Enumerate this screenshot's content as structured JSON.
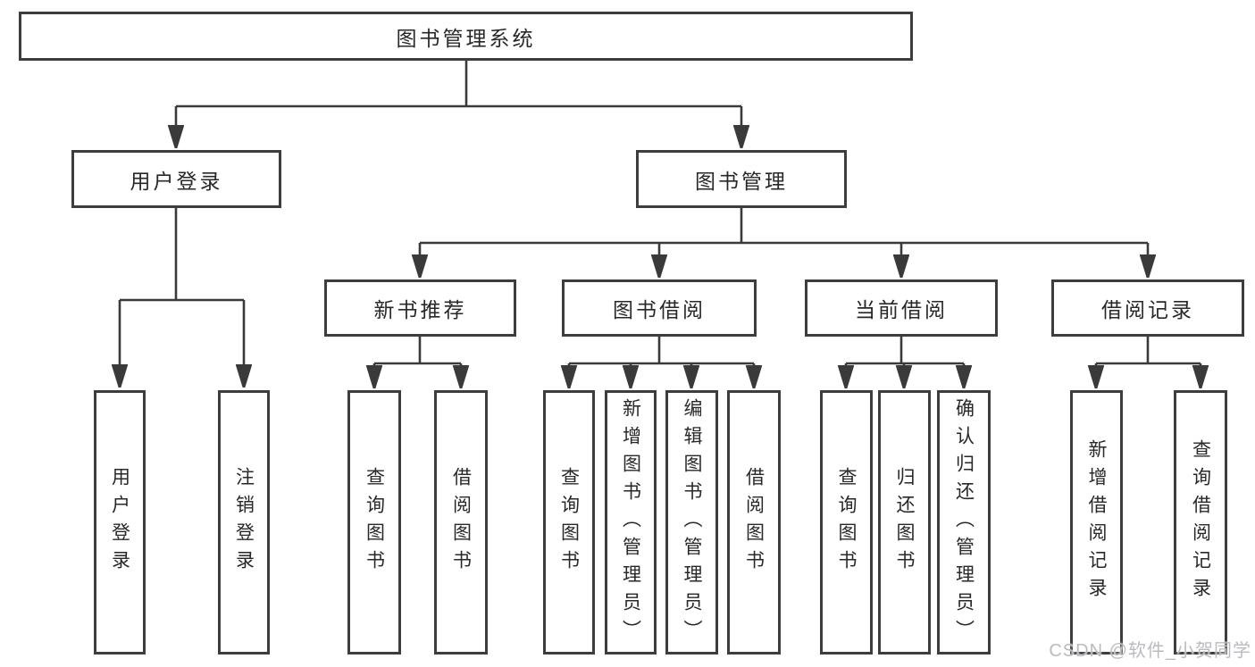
{
  "diagram_title": "图书管理系统",
  "nodes": {
    "root": "图书管理系统",
    "user_login": "用户登录",
    "book_mgmt": "图书管理",
    "new_book_rec": "新书推荐",
    "book_borrow": "图书借阅",
    "current_borrow": "当前借阅",
    "borrow_records": "借阅记录",
    "login_do": "用户登录",
    "login_logout": "注销登录",
    "rec_query": "查询图书",
    "rec_borrow": "借阅图书",
    "borrow_query": "查询图书",
    "borrow_add": "新增图书（管理员）",
    "borrow_edit": "编辑图书（管理员）",
    "borrow_do": "借阅图书",
    "current_query": "查询图书",
    "current_return": "归还图书",
    "current_confirm": "确认归还（管理员）",
    "records_add": "新增借阅记录",
    "records_query": "查询借阅记录"
  },
  "watermark": {
    "text": "CSDN @软件_小贺同学"
  },
  "colors": {
    "background": "#ffffff",
    "box_border": "#3d3d3d",
    "connector_line": "#3a3a3a",
    "text": "#28282b",
    "watermark": "#bbbbbf"
  }
}
